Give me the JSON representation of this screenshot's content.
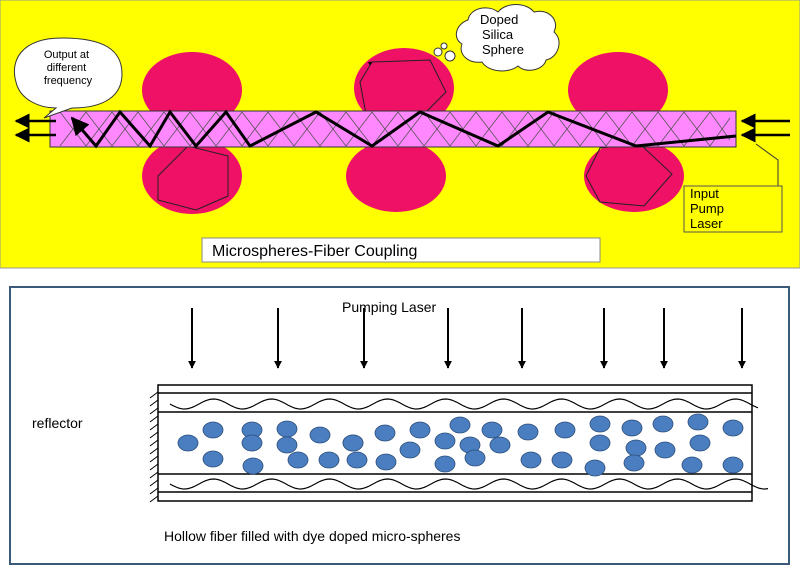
{
  "top_panel": {
    "background_color": "#ffff00",
    "sphere_color": "#ee1166",
    "fiber_color": "#ff88ff",
    "callout_output": [
      "Output at",
      "different",
      "frequency"
    ],
    "callout_sphere": [
      "Doped",
      "Silica",
      "Sphere"
    ],
    "input_label": [
      "Input",
      "Pump",
      "Laser"
    ],
    "title": "Microspheres-Fiber Coupling"
  },
  "bottom_panel": {
    "border_color": "#3b5a7a",
    "bead_color": "#4a7ec0",
    "pumping_label": "Pumping Laser",
    "reflector_label": "reflector",
    "caption": "Hollow fiber filled with dye doped micro-spheres"
  }
}
